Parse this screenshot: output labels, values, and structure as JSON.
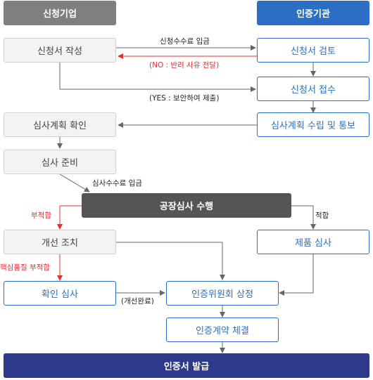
{
  "headers": {
    "applicant": "신청기업",
    "agency": "인증기관"
  },
  "steps": {
    "write_application": "신청서 작성",
    "review_application": "신청서 검토",
    "receive_application": "신청서 접수",
    "plan_notify": "심사계획 수립 및 통보",
    "confirm_plan": "심사계획 확인",
    "prepare_audit": "심사 준비",
    "factory_audit": "공장심사 수행",
    "product_audit": "제품 심사",
    "corrective_action": "개선 조치",
    "verify_audit": "확인 심사",
    "committee": "인증위원회 상정",
    "contract": "인증계약 체결",
    "issue_certificate": "인증서 발급"
  },
  "labels": {
    "app_fee_payment": "신청수수료 입금",
    "reject_reason": "(NO : 반려 사유 전달)",
    "yes_supplement": "(YES : 보안하여 제출)",
    "audit_fee_payment": "심사수수료 입금",
    "nonconform": "부적합",
    "conform": "적합",
    "key_quality_nonconform": "핵심품질 부적합",
    "improvement_done": "(개선완료)"
  }
}
